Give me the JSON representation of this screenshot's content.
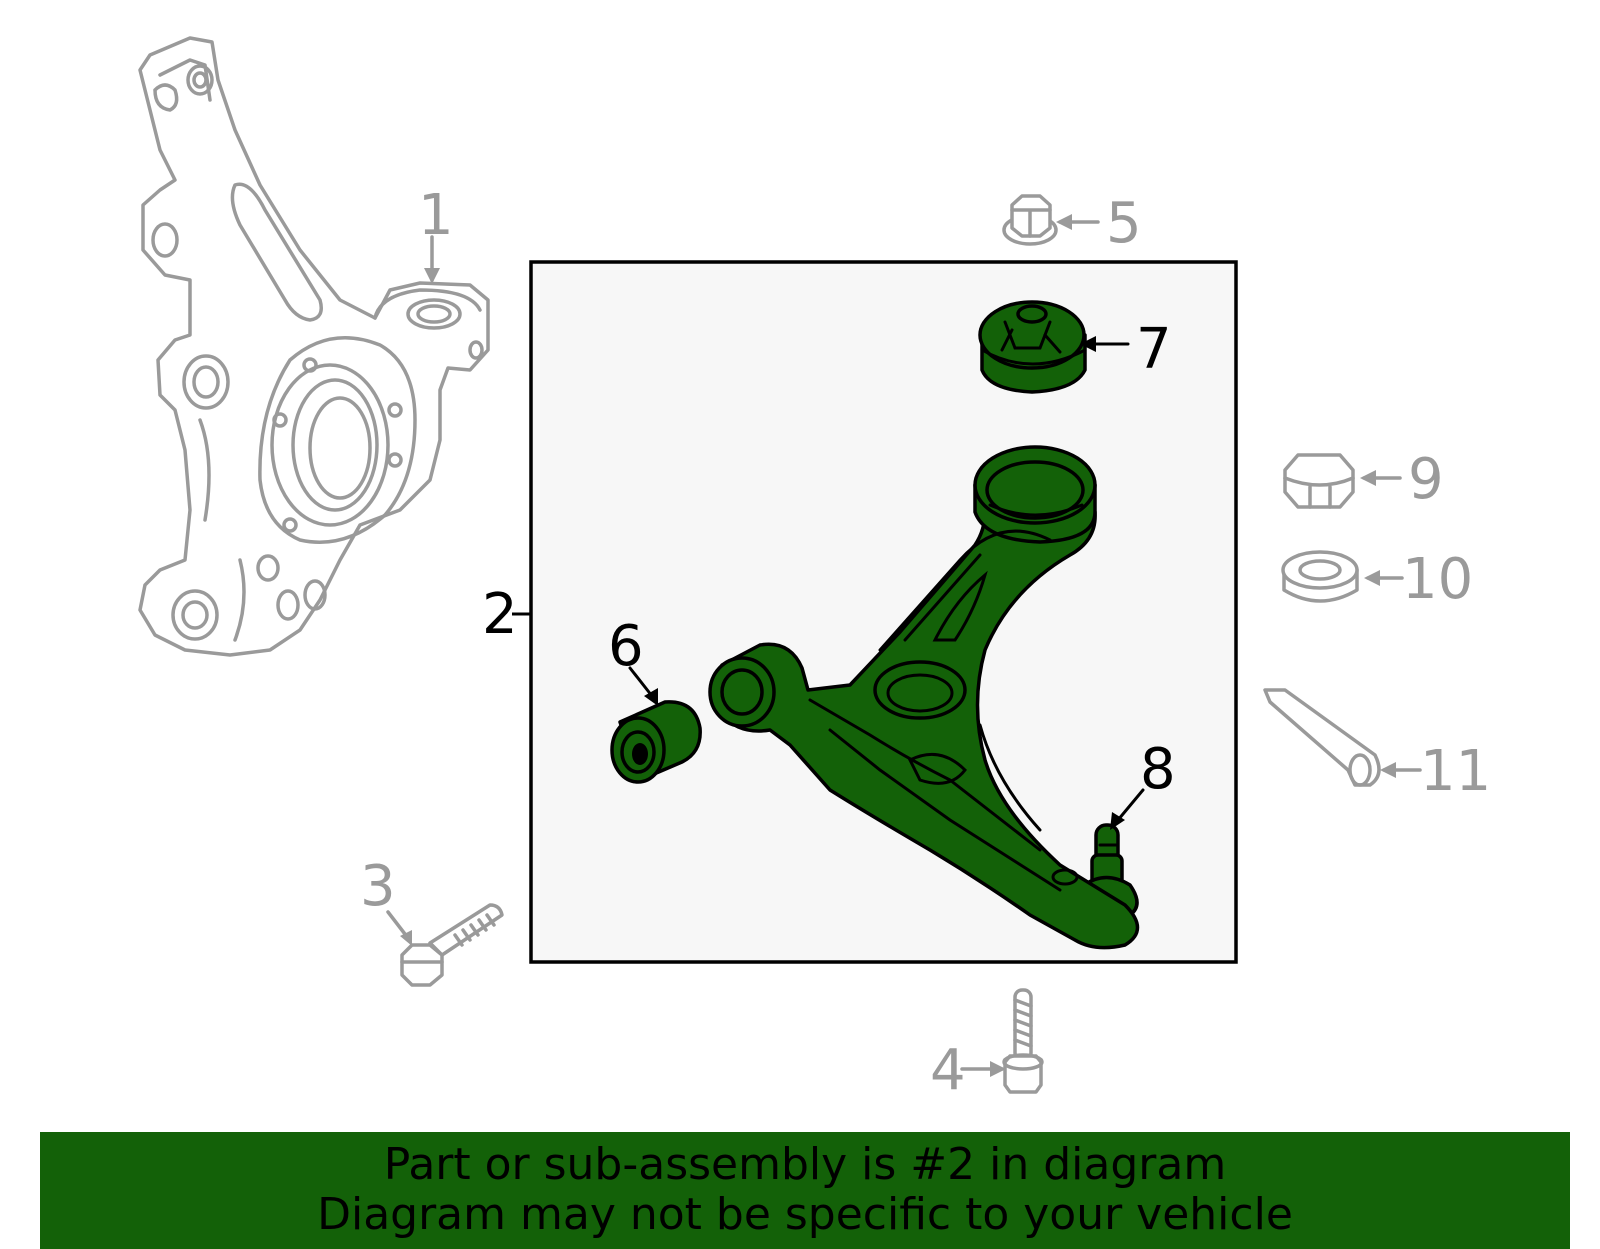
{
  "callouts": {
    "c1": "1",
    "c2": "2",
    "c3": "3",
    "c4": "4",
    "c5": "5",
    "c6": "6",
    "c7": "7",
    "c8": "8",
    "c9": "9",
    "c10": "10",
    "c11": "11"
  },
  "banner": {
    "line1": "Part or sub-assembly is #2 in diagram",
    "line2": "Diagram may not be specific to your vehicle"
  },
  "colors": {
    "highlight": "#136108",
    "inactive": "#9a9a9a",
    "frame": "#000000",
    "frame_fill": "#f7f7f7"
  }
}
